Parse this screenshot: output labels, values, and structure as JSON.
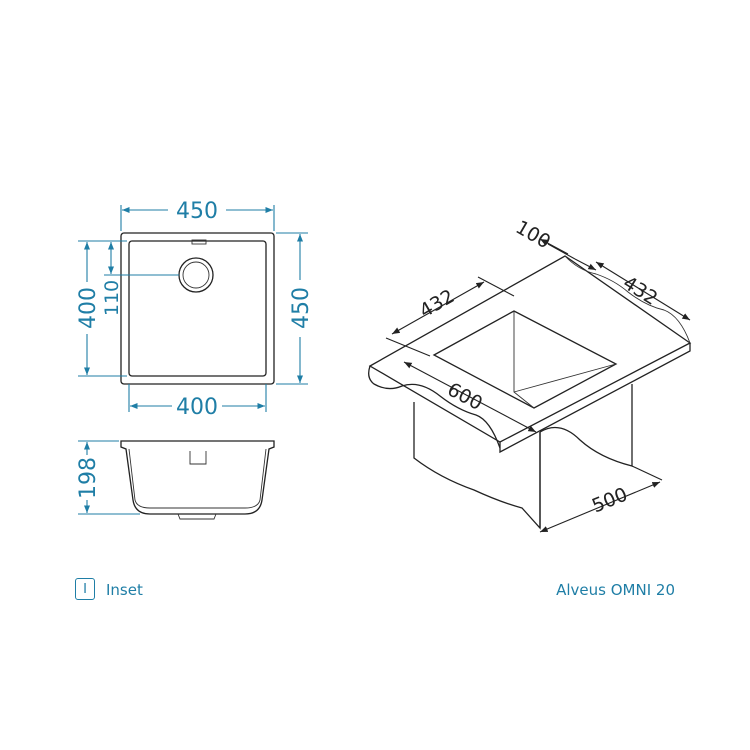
{
  "top_view": {
    "width_outer": "450",
    "width_inner": "400",
    "height_outer": "450",
    "height_inner": "400",
    "drain_offset": "110"
  },
  "side_view": {
    "depth": "198"
  },
  "perspective": {
    "top_right": "100",
    "left_opening": "432",
    "right_opening": "432",
    "front_width": "600",
    "base_depth": "500"
  },
  "legend": {
    "icon": "I",
    "label": "Inset"
  },
  "model": "Alveus OMNI 20",
  "colors": {
    "dimension": "#1f7ea6",
    "outline": "#222222"
  }
}
